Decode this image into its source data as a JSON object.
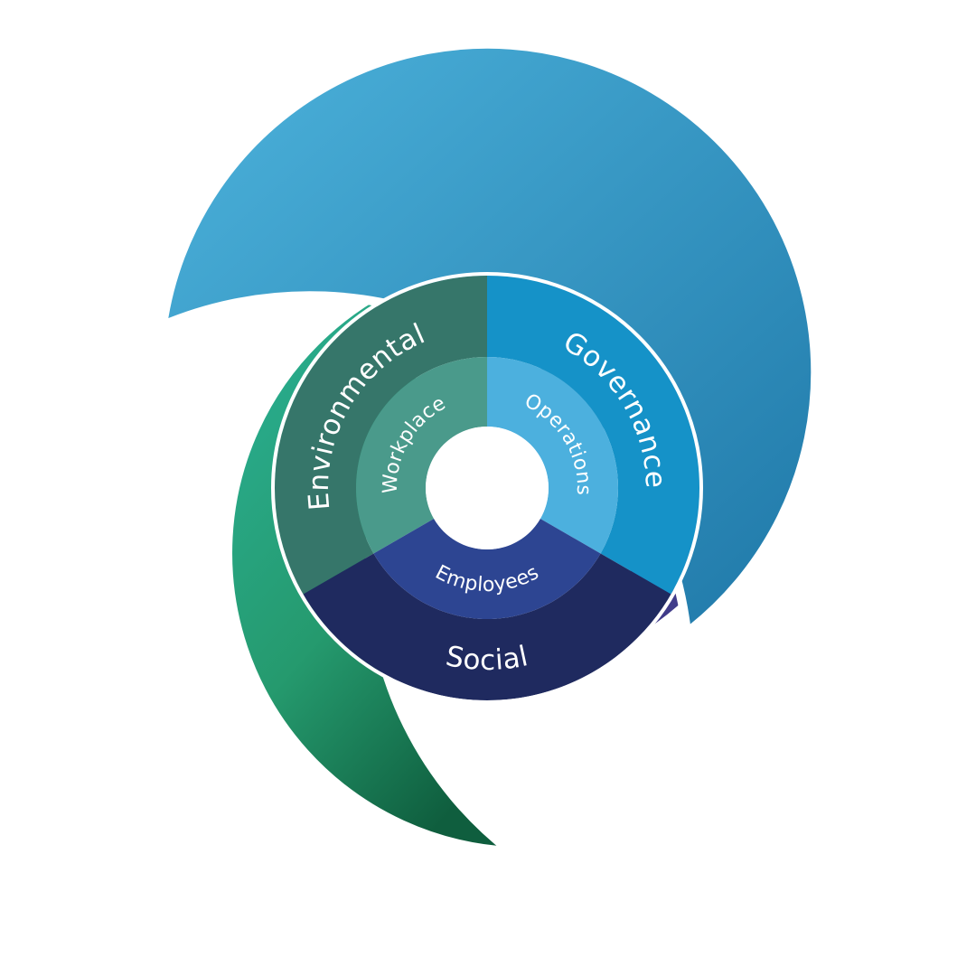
{
  "diagram": {
    "outer_ring": [
      {
        "label": "Environmental",
        "color": "#36766a",
        "center_angle": 210
      },
      {
        "label": "Governance",
        "color": "#1592c8",
        "center_angle": -31
      },
      {
        "label": "Social",
        "color": "#1f2a5f",
        "center_angle": 90
      }
    ],
    "inner_ring": [
      {
        "label": "Workplace",
        "color": "#4a9a8b",
        "center_angle": 210
      },
      {
        "label": "Operations",
        "color": "#4cb0de",
        "center_angle": -31
      },
      {
        "label": "Employees",
        "color": "#2d4592",
        "center_angle": 90
      }
    ],
    "swirl_colors": {
      "blue": "#3f9fcb",
      "green": "#24a184",
      "purple": "#3b3889"
    }
  }
}
